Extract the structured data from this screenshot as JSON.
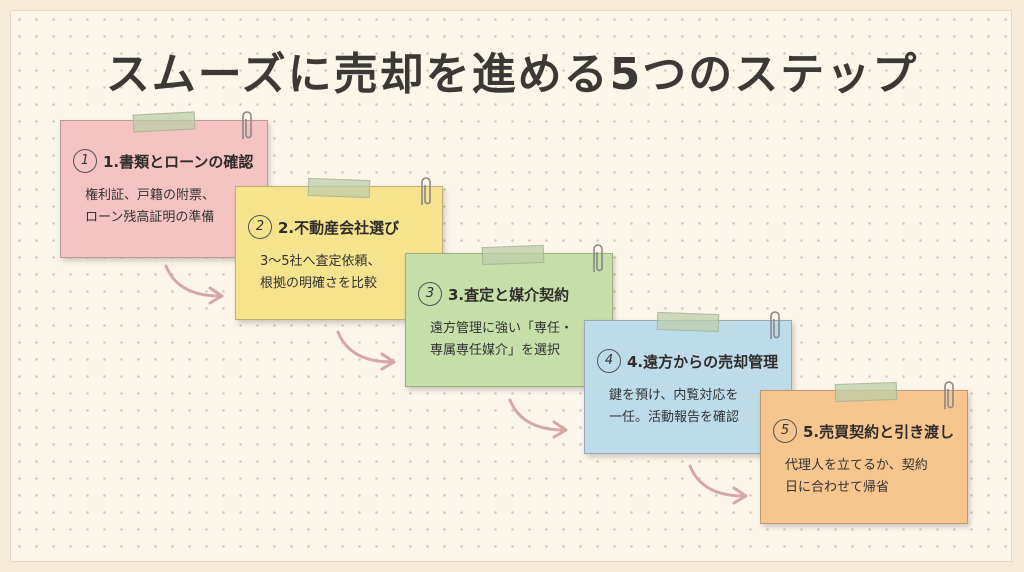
{
  "title": "スムーズに売却を進める5つのステップ",
  "colors": {
    "step1": "#f4c3c2",
    "step2": "#f6e38e",
    "step3": "#c6dea7",
    "step4": "#bedbe9",
    "step5": "#f7c58e",
    "arrow": "#d6a8a4"
  },
  "steps": [
    {
      "num": "1",
      "title": "1.書類とローンの確認",
      "body": "権利証、戸籍の附票、\nローン残高証明の準備"
    },
    {
      "num": "2",
      "title": "2.不動産会社選び",
      "body": "3～5社へ査定依頼、\n根拠の明確さを比較"
    },
    {
      "num": "3",
      "title": "3.査定と媒介契約",
      "body": "遠方管理に強い「専任・\n専属専任媒介」を選択"
    },
    {
      "num": "4",
      "title": "4.遠方からの売却管理",
      "body": "鍵を預け、内覧対応を\n一任。活動報告を確認"
    },
    {
      "num": "5",
      "title": "5.売買契約と引き渡し",
      "body": "代理人を立てるか、契約\n日に合わせて帰省"
    }
  ]
}
